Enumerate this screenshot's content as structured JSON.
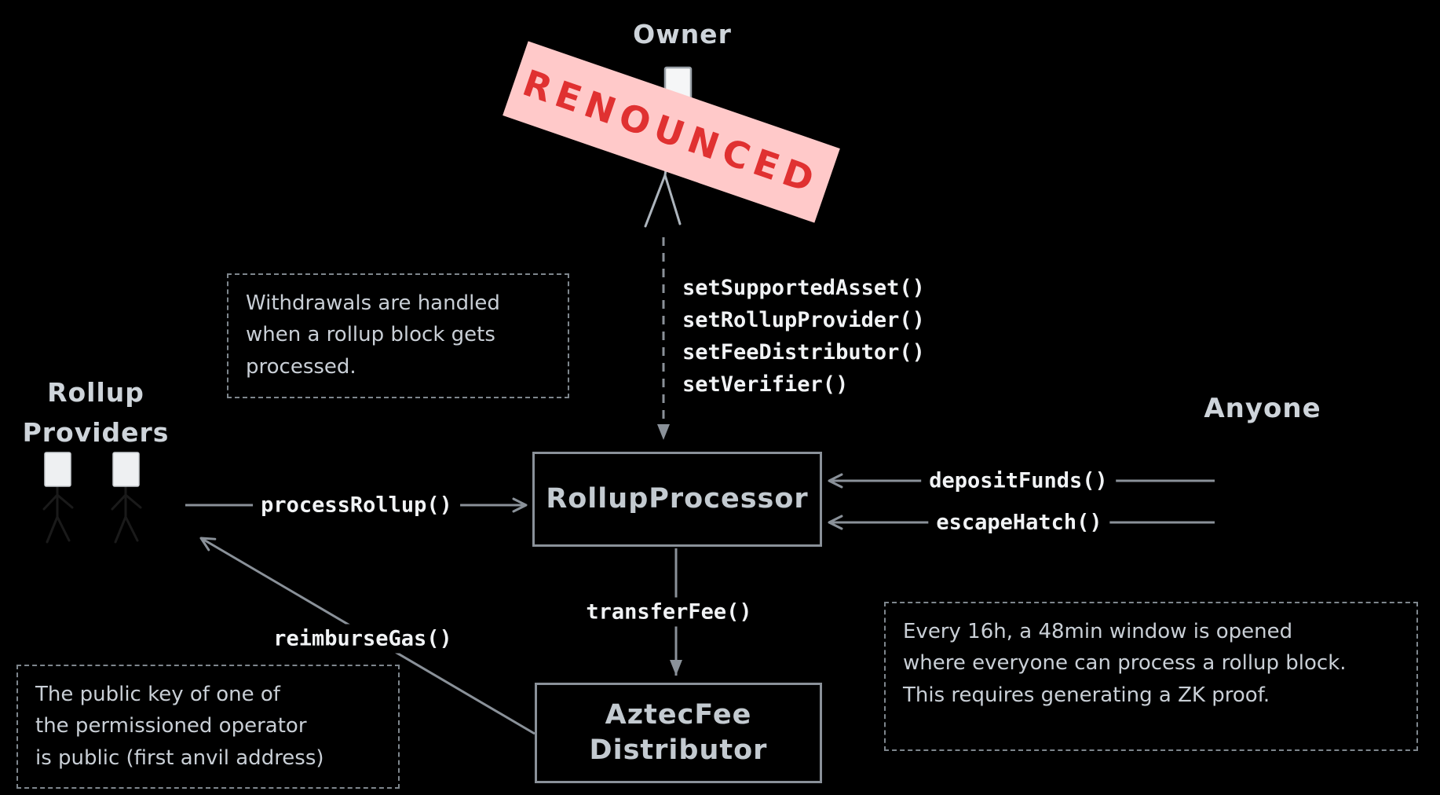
{
  "diagram": {
    "owner": {
      "label": "Owner",
      "banner_text": "RENOUNCED"
    },
    "anyone_label": "Anyone",
    "rollup_providers_label": "Rollup\nProviders",
    "admin_functions": [
      "setSupportedAsset()",
      "setRollupProvider()",
      "setFeeDistributor()",
      "setVerifier()"
    ],
    "boxes": {
      "rollup_processor": "RollupProcessor",
      "aztec_fee_distributor": "AztecFee\nDistributor"
    },
    "edge_labels": {
      "process_rollup": "processRollup()",
      "deposit_funds": "depositFunds()",
      "escape_hatch": "escapeHatch()",
      "transfer_fee": "transferFee()",
      "reimburse_gas": "reimburseGas()"
    },
    "notes": {
      "withdrawals": "Withdrawals are handled\nwhen a rollup block gets\nprocessed.",
      "public_key": "The public key of one of\nthe permissioned operator\nis public (first anvil address)",
      "escape_window": "Every 16h, a 48min window is opened\nwhere everyone can process a rollup block.\nThis requires generating a ZK proof."
    },
    "colors": {
      "background": "#000000",
      "banner_bg": "#ffc9c9",
      "banner_text": "#e03131",
      "stroke": "#8a9199",
      "text": "#ced4da",
      "code_text": "#f1f3f5"
    }
  }
}
